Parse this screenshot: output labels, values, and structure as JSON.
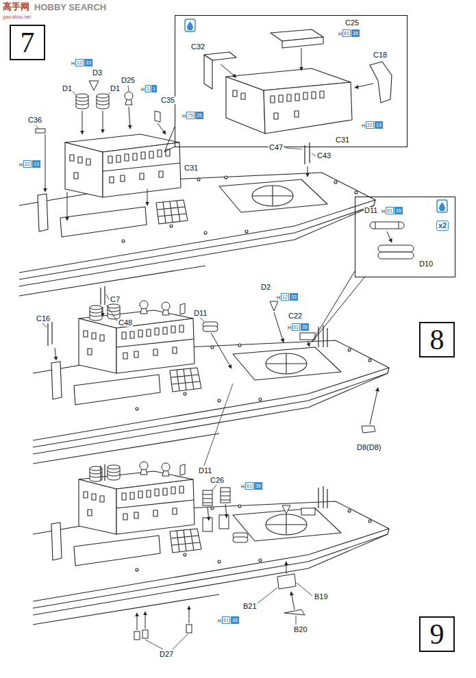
{
  "diagram": {
    "nodes": [
      {
        "text": [
          "7"
        ]
      },
      {
        "text": [
          "C25",
          "H",
          "61",
          "35",
          "C32",
          "H",
          "75",
          "25",
          "C18",
          "H",
          "22",
          "13",
          "C31"
        ]
      },
      {
        "text": [
          "D11",
          "H",
          "61",
          "35",
          "x2",
          "D10"
        ]
      },
      {
        "text": [
          "8"
        ]
      },
      {
        "text": [
          "9"
        ]
      }
    ],
    "labels": [
      "高手网",
      "HOBBY SEARCH",
      "gao-shou.net",
      "H",
      "12",
      "33",
      "D3",
      "D1",
      "D1",
      "D25",
      "H",
      "1",
      "1",
      "C35",
      "C36",
      "H",
      "22",
      "13",
      "C31",
      "C47",
      "C43",
      "C16",
      "C7",
      "C48",
      "D11",
      "D2",
      "H",
      "12",
      "33",
      "C22",
      "H",
      "61",
      "35",
      "D11",
      "D8(D8)",
      "C26",
      "H",
      "61",
      "35",
      "B19",
      "B21",
      "B20",
      "H",
      "61",
      "35",
      "D27"
    ]
  }
}
